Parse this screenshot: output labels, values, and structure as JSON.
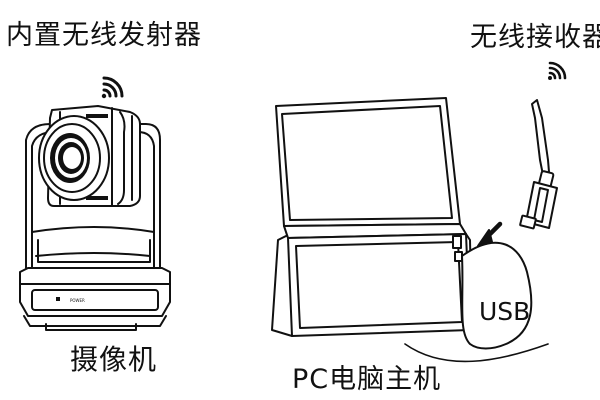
{
  "labels": {
    "transmitter": "内置无线发射器",
    "receiver": "无线接收器",
    "camera": "摄像机",
    "pc": "PC电脑主机",
    "usb": "USB"
  },
  "camera_panel": {
    "power_text": "POWER"
  },
  "colors": {
    "line": "#111111",
    "fill": "#ffffff"
  }
}
